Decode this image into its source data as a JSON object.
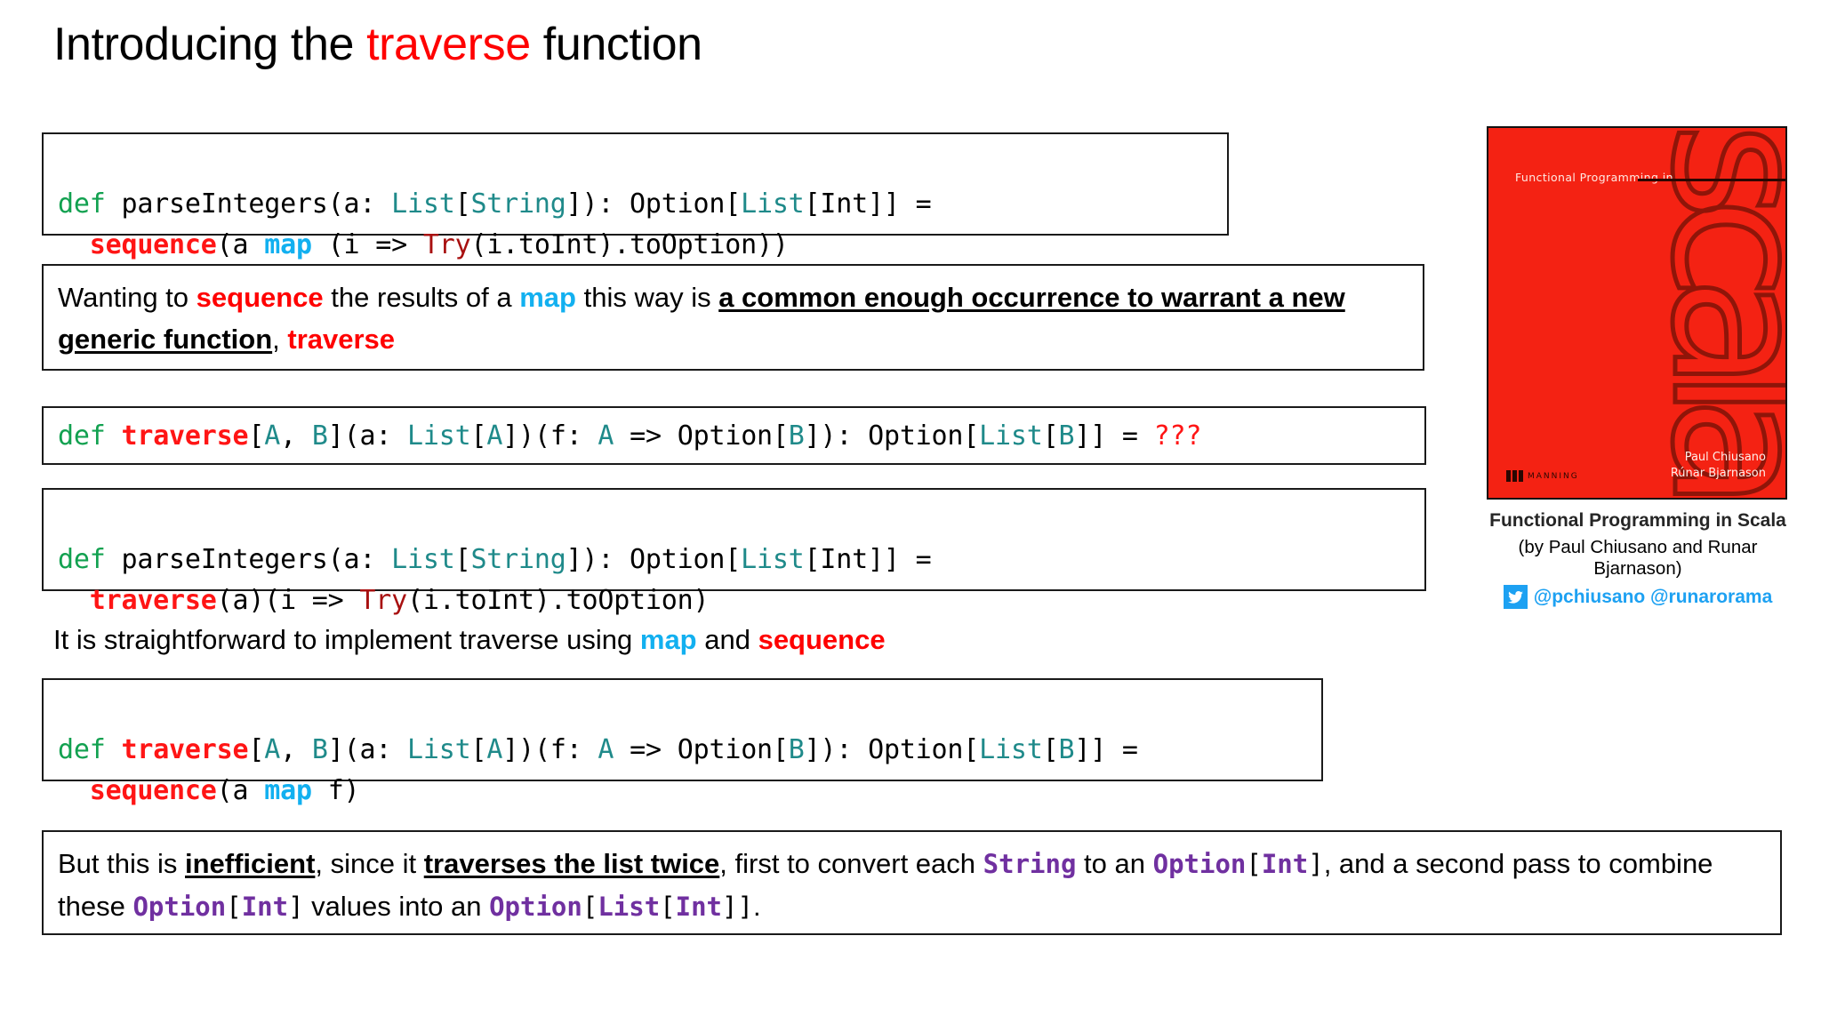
{
  "slide": {
    "title_prefix": "Introducing the ",
    "title_highlight": "traverse",
    "title_suffix": " function"
  },
  "code_block_1": {
    "line1": {
      "kw": "def",
      "seg1": " parseIntegers(a: ",
      "type1": "List",
      "seg2": "[",
      "type2": "String",
      "seg3": "]): Option[",
      "type3": "List",
      "seg4": "[Int]] ="
    },
    "line2": {
      "indent": "  ",
      "fn": "sequence",
      "seg1": "(a ",
      "map": "map",
      "seg2": " (i => ",
      "try": "Try",
      "seg3": "(i.toInt).toOption))"
    }
  },
  "prose_1": {
    "p1": "Wanting to ",
    "seq": "sequence",
    "p2": " the results of a ",
    "map": "map",
    "p3": " this way is ",
    "bold_underline": "a common enough occurrence to warrant a new generic function",
    "p4": ", ",
    "traverse": "traverse"
  },
  "code_block_2": {
    "kw": "def",
    "fn": "traverse",
    "seg1": "[",
    "tA1": "A",
    "seg2": ", ",
    "tB1": "B",
    "seg3": "](a: ",
    "tList1": "List",
    "seg4": "[",
    "tA2": "A",
    "seg5": "])(f: ",
    "tA3": "A",
    "seg6": " => Option[",
    "tB2": "B",
    "seg7": "]): Option[",
    "tList2": "List",
    "seg8": "[",
    "tB3": "B",
    "seg9": "]] = ",
    "qqq": "???"
  },
  "code_block_3": {
    "line1": {
      "kw": "def",
      "seg1": " parseIntegers(a: ",
      "type1": "List",
      "seg2": "[",
      "type2": "String",
      "seg3": "]): Option[",
      "type3": "List",
      "seg4": "[Int]] ="
    },
    "line2": {
      "indent": "  ",
      "fn": "traverse",
      "seg1": "(a)(i => ",
      "try": "Try",
      "seg2": "(i.toInt).toOption)"
    }
  },
  "prose_2": {
    "p1": "It is straightforward to implement traverse using ",
    "map": "map",
    "p2": " and ",
    "seq": "sequence"
  },
  "code_block_4": {
    "line1": {
      "kw": "def",
      "fn": "traverse",
      "seg1": "[",
      "tA1": "A",
      "seg2": ", ",
      "tB1": "B",
      "seg3": "](a: ",
      "tList1": "List",
      "seg4": "[",
      "tA2": "A",
      "seg5": "])(f: ",
      "tA3": "A",
      "seg6": " => Option[",
      "tB2": "B",
      "seg7": "]): Option[",
      "tList2": "List",
      "seg8": "[",
      "tB3": "B",
      "seg9": "]] ="
    },
    "line2": {
      "indent": "  ",
      "fn": "sequence",
      "seg1": "(a ",
      "map": "map",
      "seg2": " f)"
    }
  },
  "prose_3": {
    "p1": "But this is ",
    "bu1": "inefficient",
    "p2": ", since it ",
    "bu2": "traverses the list twice",
    "p3": ", first to convert each ",
    "m1": "String",
    "p4": " to an ",
    "m2": "Option",
    "mb1": "[",
    "m3": "Int",
    "mb2": "]",
    "p5": ", and a second pass to combine these ",
    "m4": "Option",
    "mb3": "[",
    "m5": "Int",
    "mb4": "]",
    "p6": " values into an ",
    "m6": "Option",
    "mb5": "[",
    "m7": "List",
    "mb6": "[",
    "m8": "Int",
    "mb7": "]]",
    "p7": "."
  },
  "book": {
    "cover_subtitle": "Functional Programming in",
    "cover_word": "scala",
    "cover_author1": "Paul Chiusano",
    "cover_author2": "Rúnar Bjarnason",
    "publisher": "MANNING",
    "caption_title": "Functional Programming in Scala",
    "caption_authors": "(by Paul Chiusano and Runar Bjarnason)",
    "twitter_handles": "@pchiusano @runarorama"
  },
  "colors": {
    "title_highlight": "#ff0000",
    "keyword_green": "#12a150",
    "type_teal": "#1f8a8a",
    "fn_red": "#ff1515",
    "map_cyan": "#12b0f0",
    "try_darkred": "#a81010",
    "mono_purple": "#7030a0",
    "book_red": "#f42213",
    "twitter_blue": "#1da1f2"
  }
}
